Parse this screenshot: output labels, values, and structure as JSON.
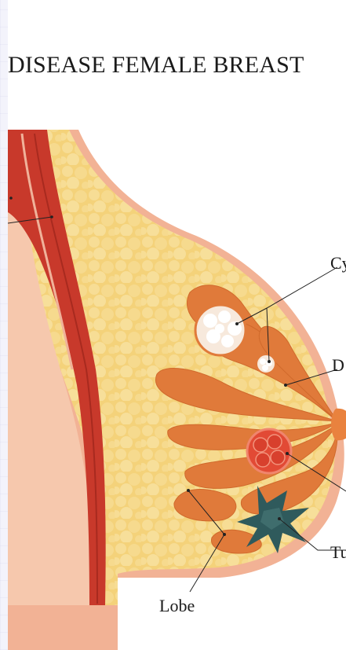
{
  "title": "DISEASE FEMALE BREAST",
  "labels": {
    "cyst": "Cy",
    "duct": "D",
    "tumor": "Tu",
    "lobe": "Lobe"
  },
  "colors": {
    "muscle": "#c8392b",
    "fat": "#f4d27a",
    "fat_bubble": "#f7df9a",
    "skin": "#f2b295",
    "lobe": "#e07a3a",
    "cyst": "#ffffff",
    "fibroadenoma": "#e24a35",
    "tumor": "#2f5a5c",
    "nipple": "#e9823e"
  }
}
